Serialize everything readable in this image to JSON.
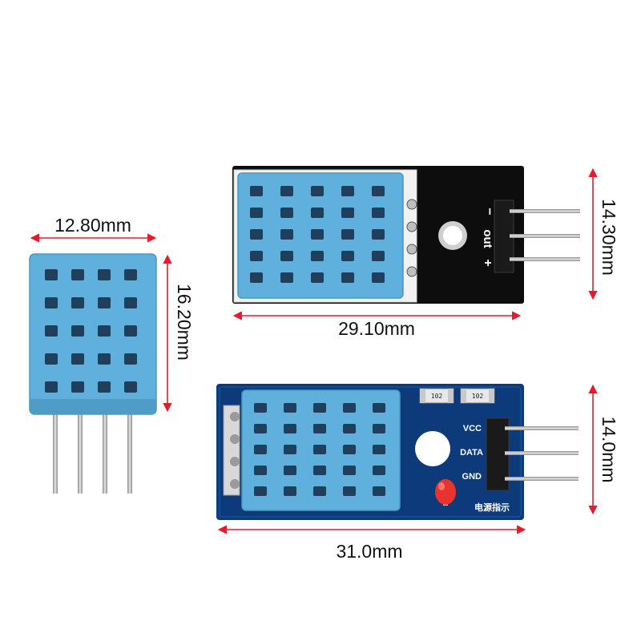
{
  "dimensions": {
    "sensor_width": "12.80mm",
    "sensor_height": "16.20mm",
    "black_module_width": "29.10mm",
    "black_module_height": "14.30mm",
    "blue_module_width": "31.0mm",
    "blue_module_height": "14.0mm"
  },
  "black_module": {
    "pin_minus": "−",
    "pin_out": "out",
    "pin_plus": "+"
  },
  "blue_module": {
    "pin_vcc": "VCC",
    "pin_data": "DATA",
    "pin_gnd": "GND",
    "resistor_1": "102",
    "resistor_2": "102",
    "led_label": "电源指示"
  },
  "colors": {
    "dimension_arrow": "#e8192c",
    "sensor_body": "#5fb0dc",
    "black_pcb": "#0d0d0d",
    "blue_pcb": "#0d3a7a",
    "led": "#e8342c"
  }
}
